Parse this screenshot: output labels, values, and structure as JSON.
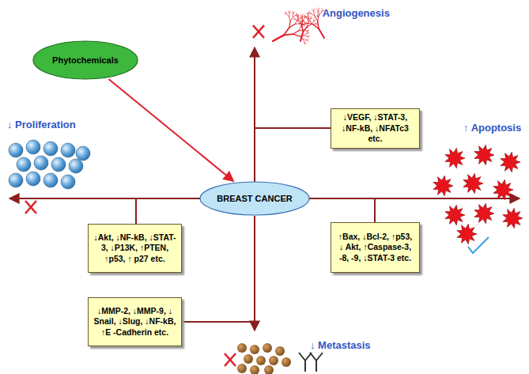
{
  "diagram": {
    "nodes": [
      {
        "text": [
          "Phytochemicals"
        ]
      },
      {
        "text": [
          "↓VEGF, ↓STAT-3, ↓NF-kB, ↓NFATc3 etc."
        ]
      },
      {
        "text": [
          "BREAST CANCER"
        ]
      },
      {
        "text": [
          "↓Akt, ↓NF-kB, ↓STAT-3, ↓P13K, ↑PTEN, ↑p53, ↑ p27 etc."
        ]
      },
      {
        "text": [
          "↑Bax, ↓Bcl-2, ↑p53, ↓ Akt, ↑Caspase-3, -8, -9, ↓STAT-3 etc."
        ]
      },
      {
        "text": [
          "↓MMP-2, ↓MMP-9, ↓ Snail, ↓Slug, ↓NF-kB, ↑E -Cadherin etc."
        ]
      }
    ],
    "edges": [
      {
        "from": 0,
        "to": 2,
        "arrow": "to"
      }
    ],
    "labels": [
      "↓ Angiogenesis",
      "↑ Apoptosis",
      "↓ Proliferation",
      "↓ Metastasis"
    ]
  }
}
